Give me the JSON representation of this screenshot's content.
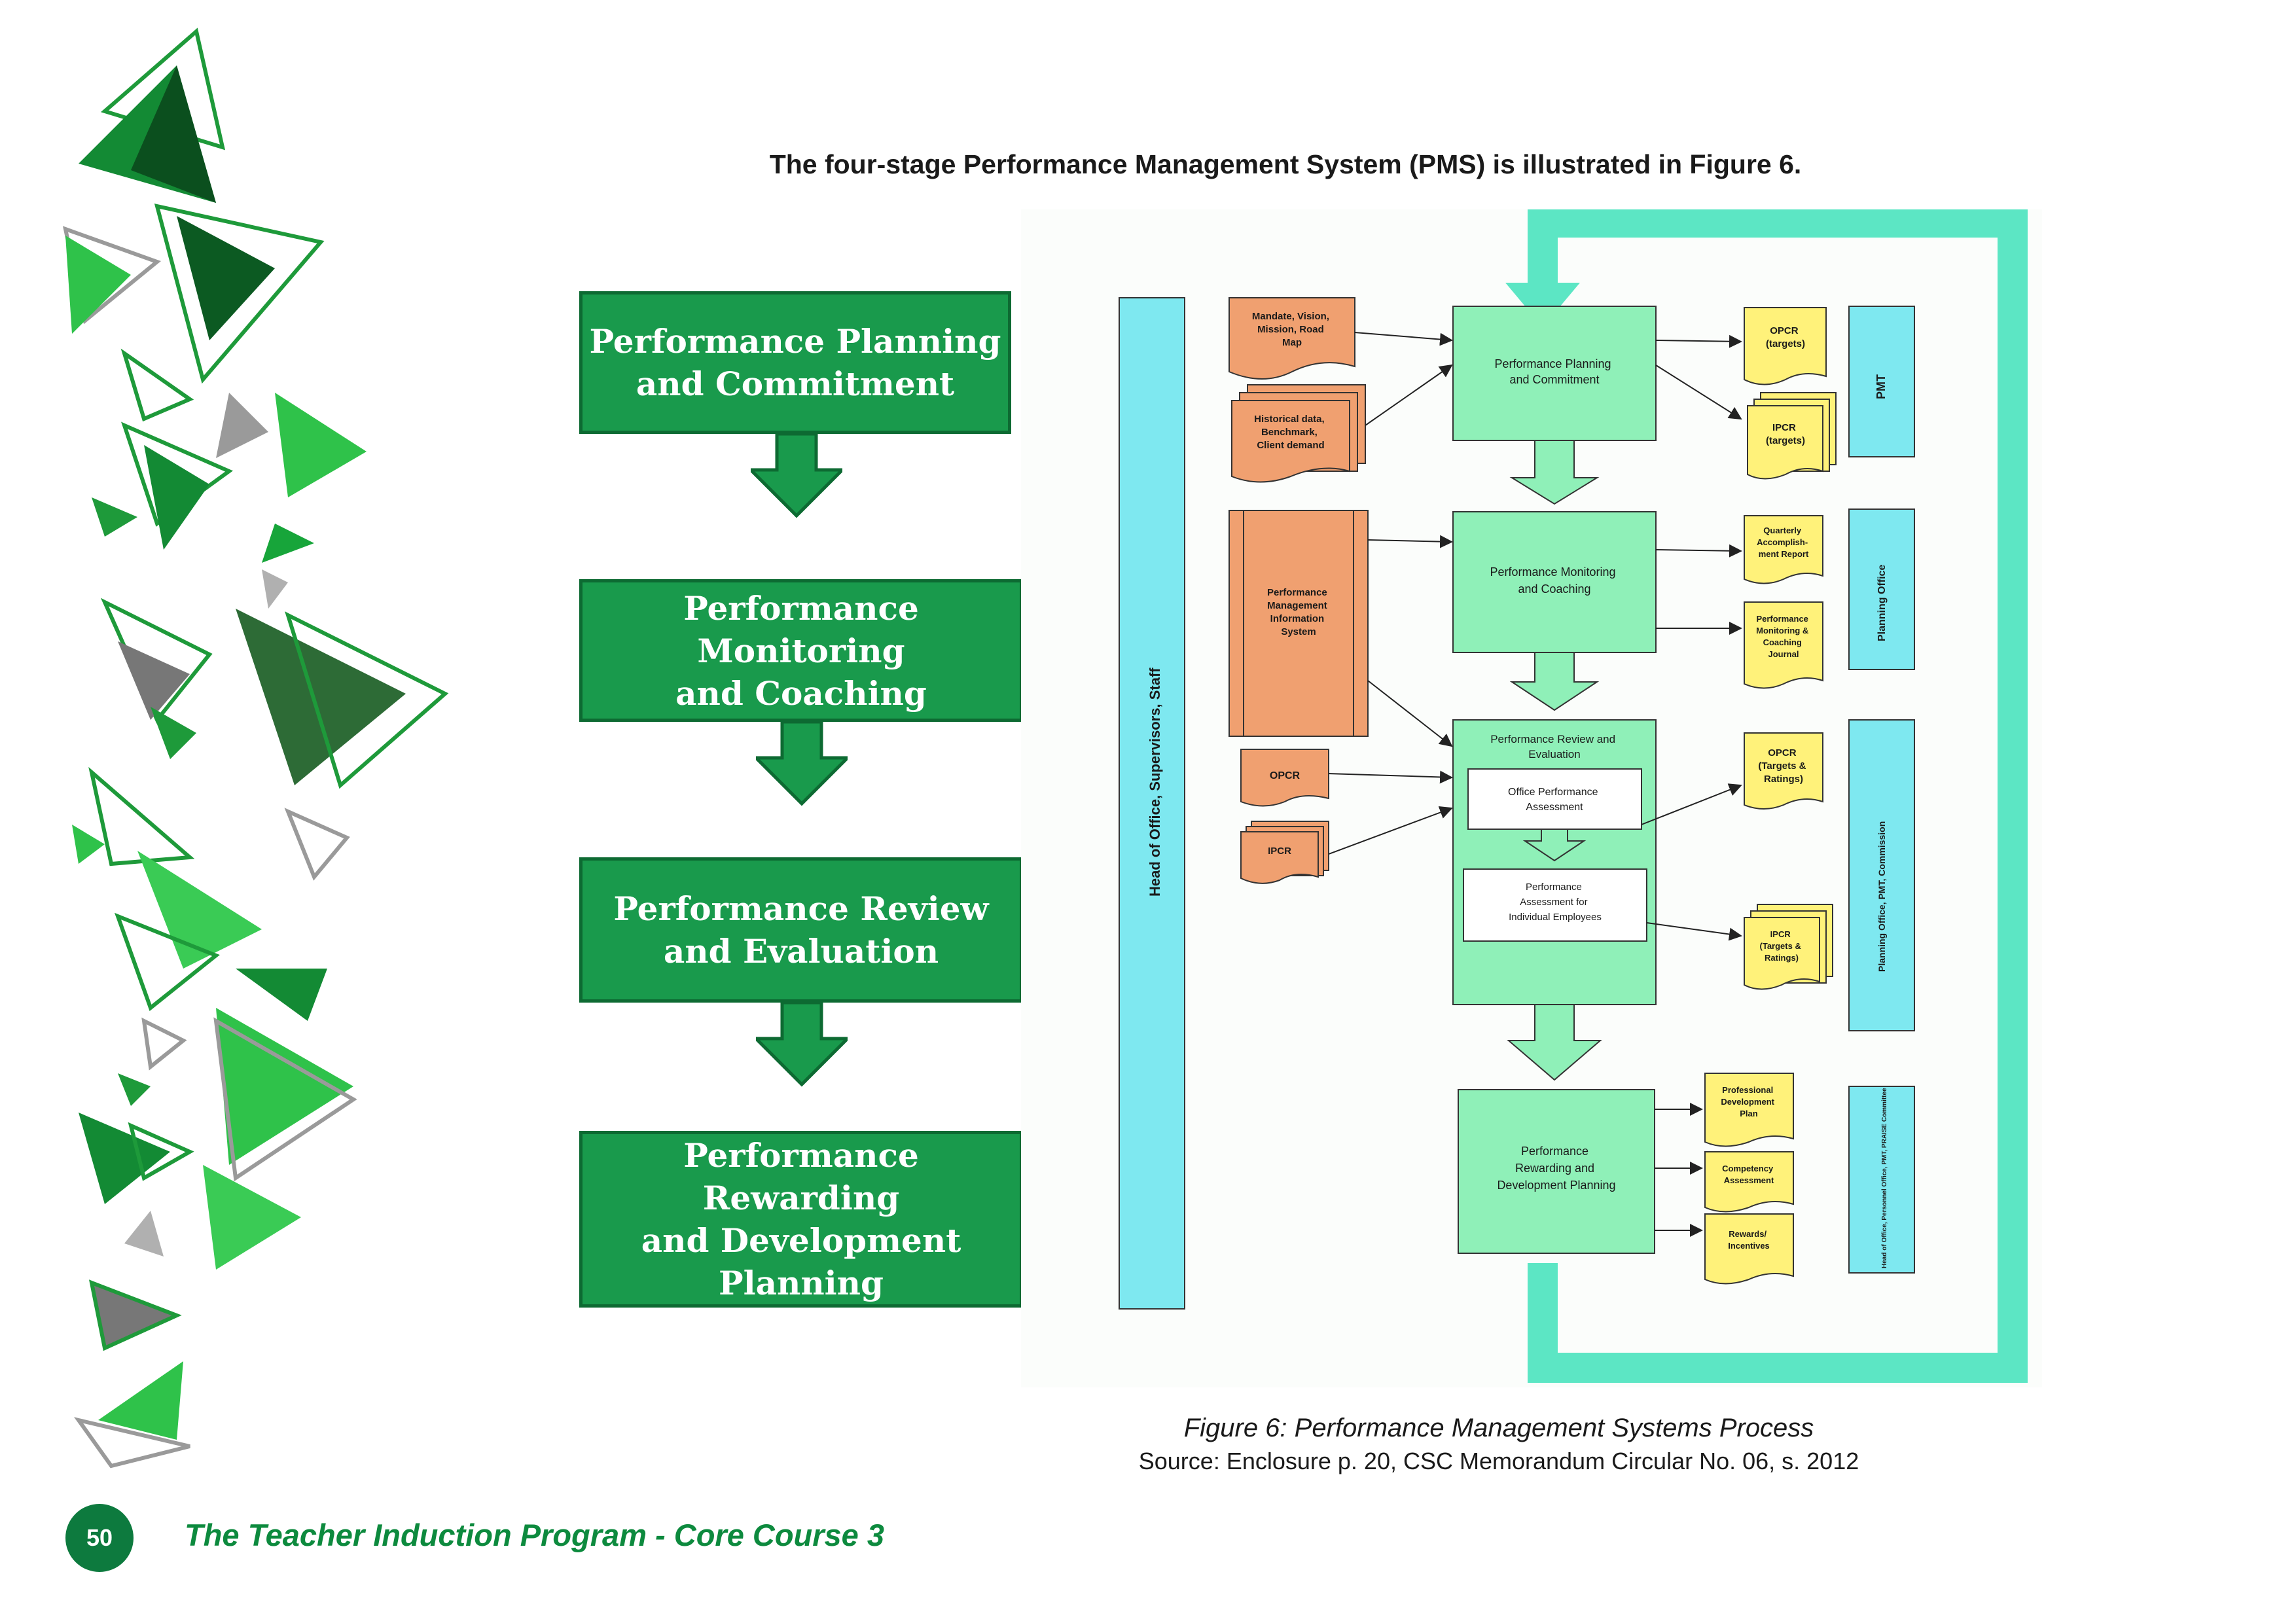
{
  "heading": "The four-stage Performance Management System (PMS) is illustrated in Figure 6.",
  "stages": [
    {
      "label": "Performance Planning and Commitment",
      "lines": [
        "Performance Planning",
        "and Commitment"
      ]
    },
    {
      "label": "Performance Monitoring and Coaching",
      "lines": [
        "Performance Monitoring",
        "and Coaching"
      ]
    },
    {
      "label": "Performance Review and Evaluation",
      "lines": [
        "Performance Review",
        "and Evaluation"
      ]
    },
    {
      "label": "Performance Rewarding and Development Planning",
      "lines": [
        "Performance Rewarding",
        "and Development",
        "Planning"
      ]
    }
  ],
  "diagram": {
    "left_bar": "Head of Office, Supervisors, Staff",
    "inputs": {
      "mandate": [
        "Mandate, Vision,",
        "Mission, Road",
        "Map"
      ],
      "historical": [
        "Historical data,",
        "Benchmark,",
        "Client demand"
      ],
      "pmis": [
        "Performance",
        "Management",
        "Information",
        "System"
      ],
      "opcr": "OPCR",
      "ipcr": "IPCR"
    },
    "process": {
      "planning": [
        "Performance Planning",
        "and Commitment"
      ],
      "monitoring": [
        "Performance Monitoring",
        "and Coaching"
      ],
      "review": [
        "Performance Review and",
        "Evaluation"
      ],
      "office_assessment": [
        "Office Performance",
        "Assessment"
      ],
      "individual_assessment": [
        "Performance",
        "Assessment for",
        "Individual Employees"
      ],
      "rewarding": [
        "Performance",
        "Rewarding and",
        "Development Planning"
      ]
    },
    "outputs": {
      "opcr_targets": [
        "OPCR",
        "(targets)"
      ],
      "ipcr_targets": [
        "IPCR",
        "(targets)"
      ],
      "quarterly": [
        "Quarterly",
        "Accomplish-",
        "ment Report"
      ],
      "journal": [
        "Performance",
        "Monitoring &",
        "Coaching",
        "Journal"
      ],
      "opcr_ratings": [
        "OPCR",
        "(Targets &",
        "Ratings)"
      ],
      "ipcr_ratings": [
        "IPCR",
        "(Targets &",
        "Ratings)"
      ],
      "prof_dev": [
        "Professional",
        "Development",
        "Plan"
      ],
      "competency": [
        "Competency",
        "Assessment"
      ],
      "rewards": [
        "Rewards/",
        "Incentives"
      ]
    },
    "right_bars": {
      "pmt": "PMT",
      "planning_office": "Planning Office",
      "commission": "Planning Office, PMT, Commission",
      "committee": "Head of Office, Personnel Office, PMT, PRAISE Committee"
    }
  },
  "caption": "Figure 6: Performance Management Systems Process",
  "source": "Source: Enclosure p. 20, CSC Memorandum Circular No. 06, s. 2012",
  "page_number": "50",
  "footer": "The Teacher Induction Program - Core Course 3",
  "colors": {
    "stage_green": "#199a4c",
    "process_green": "#8ff0b8",
    "input_orange": "#f0a070",
    "output_yellow": "#fff27a",
    "bar_cyan": "#7ee8f0",
    "loop_cyan": "#5ce6c4"
  }
}
